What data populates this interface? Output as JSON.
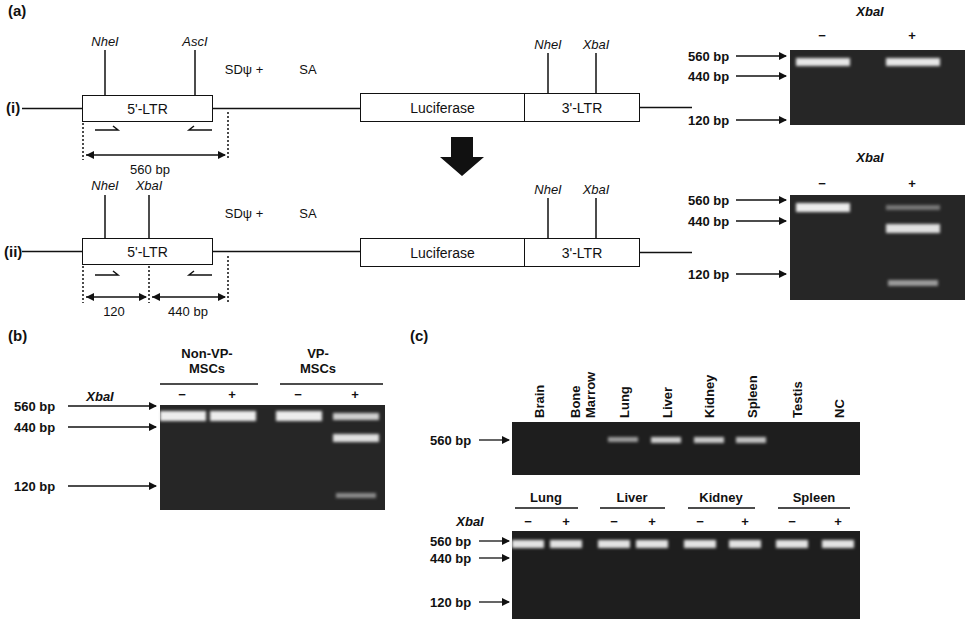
{
  "diagram": {
    "nodes": [
      {
        "text": [
          "5'-LTR"
        ]
      },
      {
        "text": [
          "Luciferase"
        ]
      },
      {
        "text": [
          "3'-LTR"
        ]
      },
      {
        "text": [
          "5'-LTR"
        ]
      },
      {
        "text": [
          "Luciferase"
        ]
      },
      {
        "text": [
          "3'-LTR"
        ]
      }
    ],
    "edges": [
      {
        "from": 0,
        "to": 1,
        "arrow": "none"
      },
      {
        "from": 3,
        "to": 4,
        "arrow": "none"
      }
    ],
    "labels": [
      "(a)",
      "(i)",
      "NheI",
      "AscI",
      "SDψ +",
      "SA",
      "NheI",
      "XbaI",
      "560 bp",
      "XbaI",
      "−",
      "+",
      "560 bp",
      "440 bp",
      "120 bp",
      "(ii)",
      "NheI",
      "XbaI",
      "SDψ +",
      "SA",
      "NheI",
      "XbaI",
      "120",
      "440 bp",
      "XbaI",
      "−",
      "+",
      "560 bp",
      "440 bp",
      "120 bp",
      "(b)",
      "Non-VP- MSCs",
      "VP- MSCs",
      "XbaI",
      "−",
      "+",
      "−",
      "+",
      "560 bp",
      "440 bp",
      "120 bp",
      "(c)",
      "Brain",
      "Bone Marrow",
      "Lung",
      "Liver",
      "Kidney",
      "Spleen",
      "Testis",
      "NC",
      "560 bp",
      "Lung",
      "Liver",
      "Kidney",
      "Spleen",
      "XbaI",
      "−",
      "+",
      "−",
      "+",
      "−",
      "+",
      "−",
      "+",
      "560 bp",
      "440 bp",
      "120 bp"
    ]
  }
}
